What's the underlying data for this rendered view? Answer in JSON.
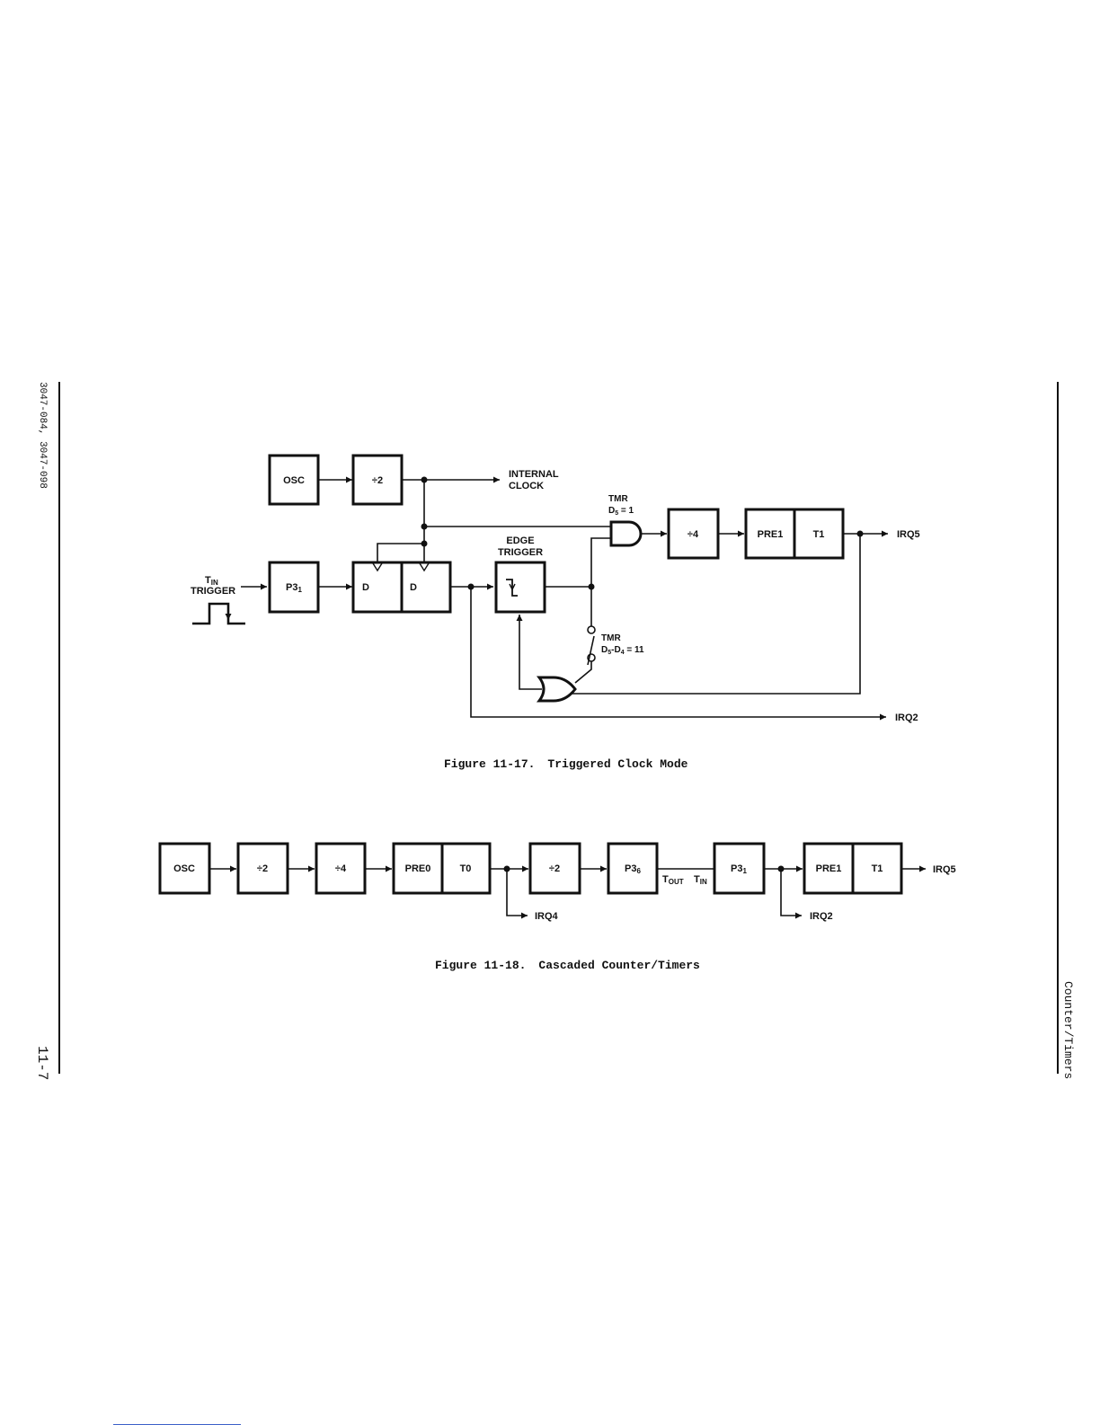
{
  "margin": {
    "doc_number": "3047-084, 3047-098",
    "page_number": "11-7",
    "section_title": "Counter/Timers"
  },
  "figure_17": {
    "caption_number": "Figure 11-17.",
    "caption_title": "Triggered Clock Mode",
    "blocks": {
      "osc": "OSC",
      "div2": "÷2",
      "p31_base": "P3",
      "p31_sub": "1",
      "d1": "D",
      "d2": "D",
      "div4": "÷4",
      "pre1": "PRE1",
      "t1": "T1"
    },
    "labels": {
      "internal_1": "INTERNAL",
      "internal_2": "CLOCK",
      "tmr_top": "TMR",
      "d5_base": "D",
      "d5_sub": "5",
      "d5_value": " = 1",
      "edge_1": "EDGE",
      "edge_2": "TRIGGER",
      "tin_base": "T",
      "tin_sub": "IN",
      "trigger": "TRIGGER",
      "tmr_switch": "TMR",
      "d54_a": "D",
      "d54_a_sub": "5",
      "d54_dash": "-D",
      "d54_b_sub": "4",
      "d54_value": " = 11",
      "irq5": "IRQ5",
      "irq2": "IRQ2"
    }
  },
  "figure_18": {
    "caption_number": "Figure 11-18.",
    "caption_title": "Cascaded Counter/Timers",
    "blocks": {
      "osc": "OSC",
      "div2a": "÷2",
      "div4": "÷4",
      "pre0": "PRE0",
      "t0": "T0",
      "div2b": "÷2",
      "p36_base": "P3",
      "p36_sub": "6",
      "p31_base": "P3",
      "p31_sub": "1",
      "pre1": "PRE1",
      "t1": "T1"
    },
    "labels": {
      "tout_base": "T",
      "tout_sub": "OUT",
      "tin_base": "T",
      "tin_sub": "IN",
      "irq4": "IRQ4",
      "irq2": "IRQ2",
      "irq5": "IRQ5"
    }
  }
}
